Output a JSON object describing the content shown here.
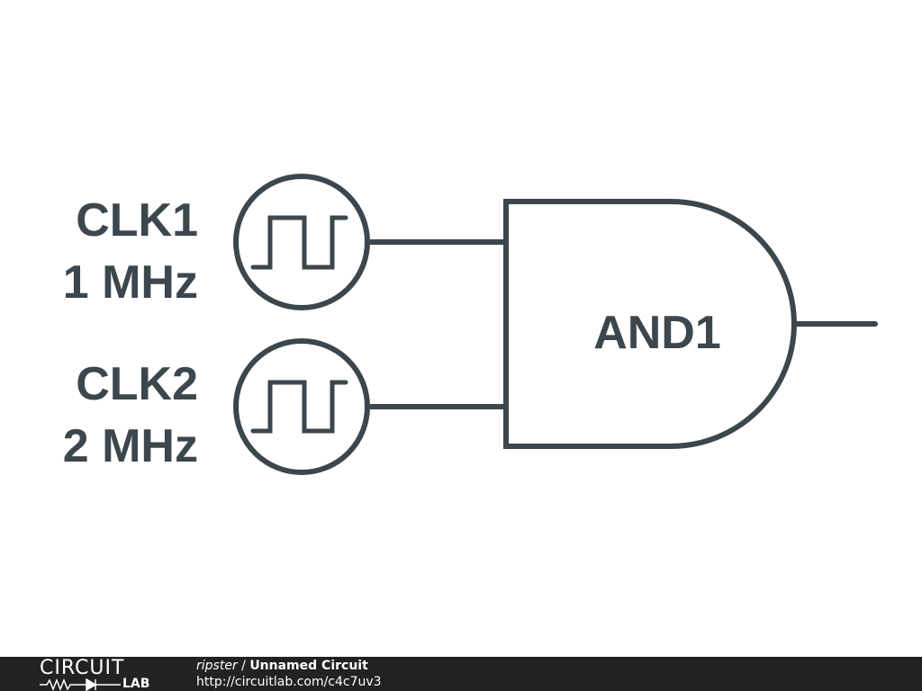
{
  "schematic": {
    "sources": [
      {
        "name": "CLK1",
        "frequency": "1 MHz",
        "icon": "square-wave-icon"
      },
      {
        "name": "CLK2",
        "frequency": "2 MHz",
        "icon": "square-wave-icon"
      }
    ],
    "gate": {
      "name": "AND1",
      "type": "and-gate"
    },
    "stroke_color": "#3c464d"
  },
  "footer": {
    "logo_top": "CIRCUIT",
    "logo_bottom": "LAB",
    "author": "ripster",
    "separator": " / ",
    "circuit_title": "Unnamed Circuit",
    "url": "http://circuitlab.com/c4c7uv3",
    "background": "#222222"
  }
}
